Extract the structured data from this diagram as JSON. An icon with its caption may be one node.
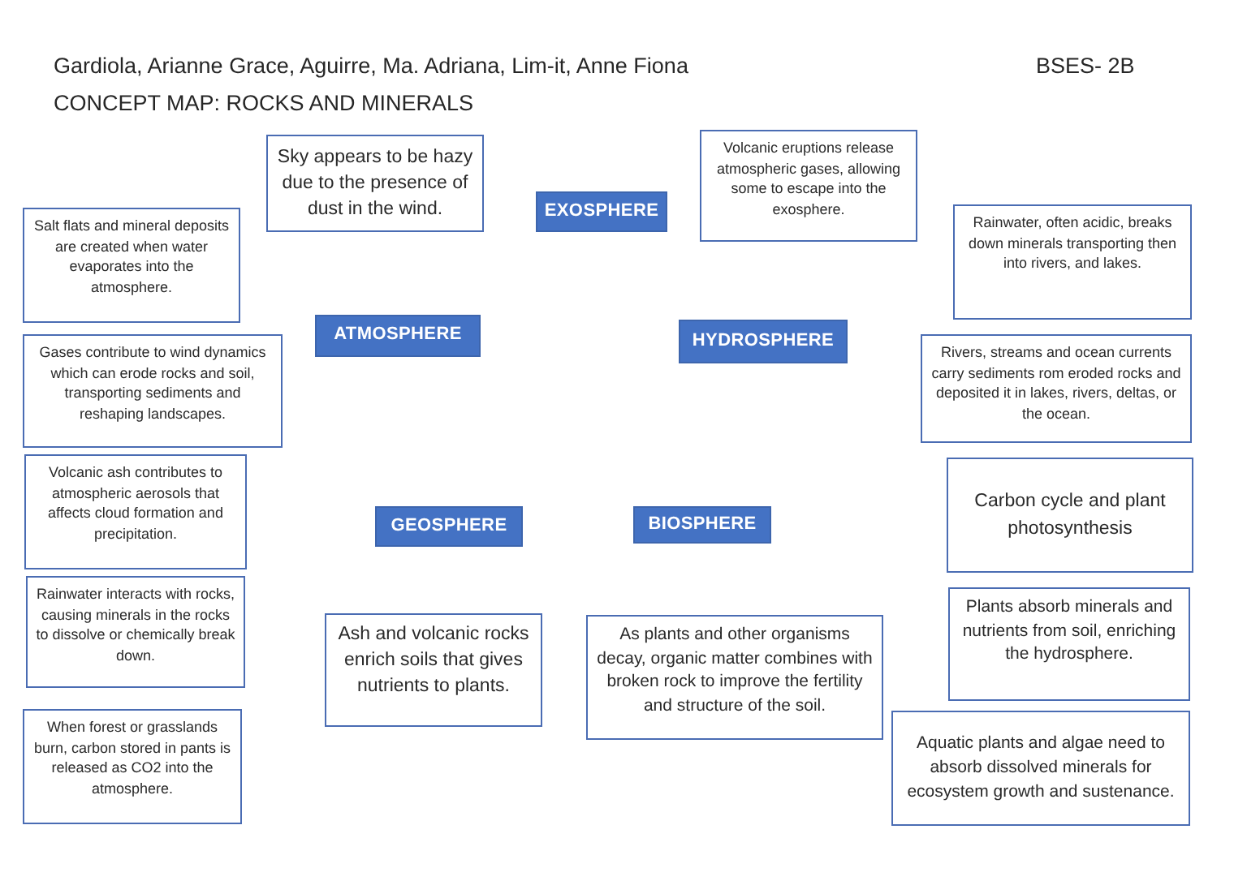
{
  "diagram": {
    "title": "CONCEPT MAP: ROCKS AND MINERALS",
    "nodes": [
      {
        "text": [
          "Sky appears to be hazy due to the presence of dust in the wind."
        ]
      },
      {
        "text": [
          "EXOSPHERE"
        ]
      },
      {
        "text": [
          "Volcanic eruptions release atmospheric gases, allowing some to escape into the exosphere."
        ]
      },
      {
        "text": [
          "Salt flats and mineral deposits are created when water evaporates into the atmosphere."
        ]
      },
      {
        "text": [
          "Rainwater, often acidic, breaks down minerals transporting then into rivers, and lakes."
        ]
      },
      {
        "text": [
          "ATMOSPHERE"
        ]
      },
      {
        "text": [
          "HYDROSPHERE"
        ]
      },
      {
        "text": [
          "Gases contribute to wind dynamics which can erode rocks and soil, transporting sediments and reshaping landscapes."
        ]
      },
      {
        "text": [
          "Rivers, streams and ocean currents carry sediments rom eroded rocks and deposited it in lakes, rivers, deltas, or the ocean."
        ]
      },
      {
        "text": [
          "Volcanic ash contributes to atmospheric aerosols that affects cloud formation and precipitation."
        ]
      },
      {
        "text": [
          "Carbon cycle and plant photosynthesis"
        ]
      },
      {
        "text": [
          "GEOSPHERE"
        ]
      },
      {
        "text": [
          "BIOSPHERE"
        ]
      },
      {
        "text": [
          "Rainwater interacts with rocks, causing minerals in the rocks to dissolve or chemically break down."
        ]
      },
      {
        "text": [
          "Plants absorb minerals and nutrients from soil, enriching the hydrosphere."
        ]
      },
      {
        "text": [
          "Ash and volcanic rocks enrich soils that gives nutrients to plants."
        ]
      },
      {
        "text": [
          "As plants and other organisms decay, organic matter combines with broken rock to improve the fertility and structure of the soil."
        ]
      },
      {
        "text": [
          "When forest or grasslands burn, carbon stored in pants is released as CO2 into the atmosphere."
        ]
      },
      {
        "text": [
          "Aquatic plants and algae need to absorb dissolved minerals for ecosystem growth and sustenance."
        ]
      }
    ],
    "labels": [
      "Gardiola, Arianne Grace, Aguirre, Ma. Adriana, Lim-it, Anne Fiona",
      "BSES- 2B"
    ]
  }
}
